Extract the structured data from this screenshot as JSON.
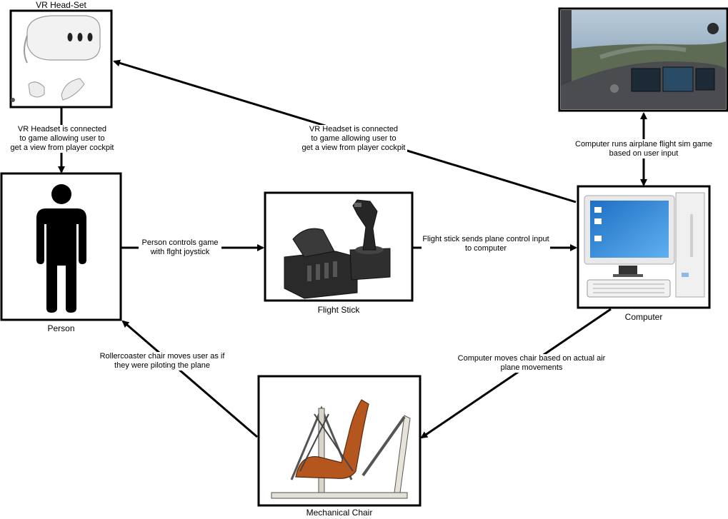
{
  "nodes": {
    "vr_headset": {
      "title": "VR Head-Set"
    },
    "person": {
      "title": "Person"
    },
    "flight_stick": {
      "title": "Flight Stick"
    },
    "computer": {
      "title": "Computer"
    },
    "mechanical_chair": {
      "title": "Mechanical Chair"
    },
    "flight_sim": {
      "title": ""
    }
  },
  "edges": {
    "headset_to_person": [
      "VR Headset is connected",
      "to game allowing user to",
      "get a view from player cockpit"
    ],
    "computer_to_headset": [
      "VR Headset is connected",
      "to game allowing user to",
      "get a view from player cockpit"
    ],
    "person_to_stick": [
      "Person controls game",
      "with flght joystick"
    ],
    "stick_to_computer": [
      "Flight stick sends plane control input",
      "to computer"
    ],
    "computer_to_sim": [
      "Computer runs airplane flight sim game",
      "based on user input"
    ],
    "computer_to_chair": [
      "Computer moves chair based on  actual air",
      "plane movements"
    ],
    "chair_to_person": [
      "Rollercoaster chair moves user as if",
      "they were piloting the plane"
    ]
  },
  "colors": {
    "stroke": "#000000",
    "sky": "#6f93b0",
    "ground": "#5d6b55",
    "cockpit": "#4a4c50",
    "screen_blue": "#2f7fd0",
    "seat": "#b5561e",
    "frame": "#d9d5c8",
    "stick_body": "#2a2a2a"
  }
}
